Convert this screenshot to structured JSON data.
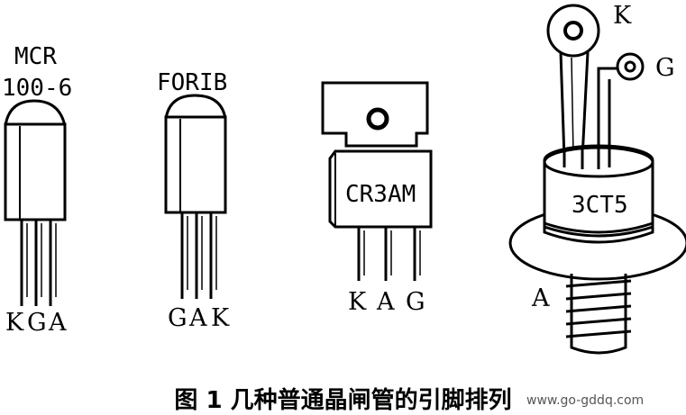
{
  "components": [
    {
      "name_lines": [
        "MCR",
        "100-6"
      ],
      "pins": [
        "K",
        "G",
        "A"
      ]
    },
    {
      "name_lines": [
        "FORIB"
      ],
      "pins": [
        "G",
        "A",
        "K"
      ]
    },
    {
      "name_lines": [
        "CR3AM"
      ],
      "pins": [
        "K",
        "A",
        "G"
      ]
    },
    {
      "name_lines": [
        "3CT5"
      ],
      "pins": [
        "K",
        "G",
        "A"
      ]
    }
  ],
  "caption": "图 1  几种普通晶闸管的引脚排列",
  "watermark": "www.go-gddq.com"
}
